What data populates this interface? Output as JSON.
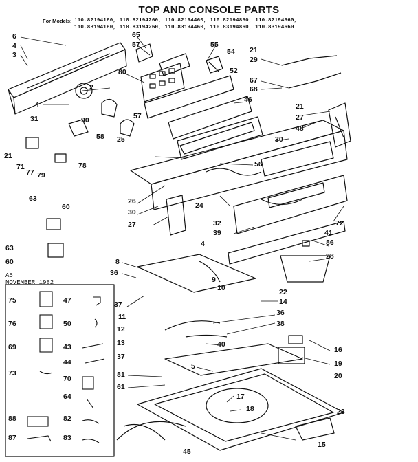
{
  "title": "TOP AND CONSOLE PARTS",
  "models_label": "For Models:",
  "models_line1": "110.82194160, 110.82194260, 110.82194460, 110.82194860, 110.82194660,",
  "models_line2": "110.83194160, 110.83194260, 110.83194460, 110.83194860, 110.83194660",
  "note_line1": "A5",
  "note_line2": "NOVEMBER 1982",
  "callouts": [
    "6",
    "4",
    "3",
    "2",
    "1",
    "65",
    "57",
    "80",
    "55",
    "54",
    "52",
    "21",
    "29",
    "67",
    "68",
    "46",
    "21",
    "27",
    "48",
    "31",
    "90",
    "57",
    "58",
    "25",
    "30",
    "21",
    "71",
    "77",
    "79",
    "78",
    "56",
    "26",
    "30",
    "24",
    "63",
    "60",
    "27",
    "32",
    "72",
    "39",
    "41",
    "4",
    "86",
    "28",
    "63",
    "60",
    "8",
    "36",
    "9",
    "10",
    "22",
    "37",
    "14",
    "11",
    "36",
    "12",
    "38",
    "13",
    "40",
    "16",
    "37",
    "19",
    "20",
    "5",
    "81",
    "61",
    "17",
    "18",
    "23",
    "15",
    "45",
    "75",
    "47",
    "76",
    "50",
    "69",
    "43",
    "44",
    "73",
    "70",
    "64",
    "88",
    "82",
    "87",
    "83"
  ]
}
